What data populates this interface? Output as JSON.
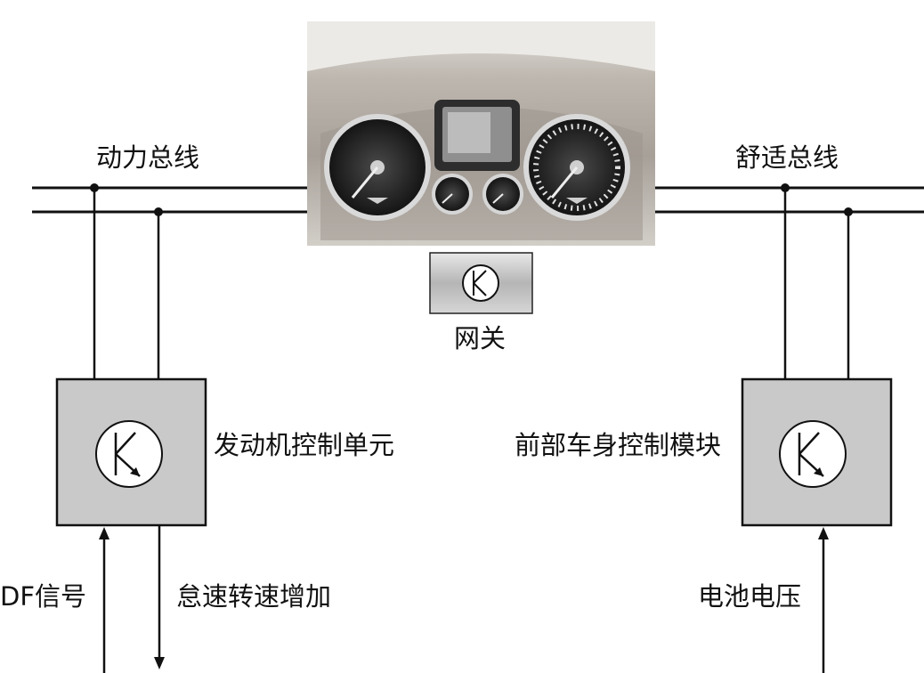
{
  "buses": {
    "powertrain_label": "动力总线",
    "comfort_label": "舒适总线"
  },
  "gateway": {
    "label": "网关",
    "icon": "k-circle-icon"
  },
  "modules": {
    "engine_ecu_label": "发动机控制单元",
    "front_body_module_label": "前部车身控制模块",
    "icon": "k-arrow-circle-icon"
  },
  "signals": {
    "df_signal_label": "DF信号",
    "idle_speed_increase_label": "怠速转速增加",
    "battery_voltage_label": "电池电压"
  },
  "colors": {
    "line": "#111111",
    "module_fill": "#c9c9c9",
    "gateway_fill": "#bdbdbd",
    "dashboard_wood": "#b8b2aa"
  }
}
